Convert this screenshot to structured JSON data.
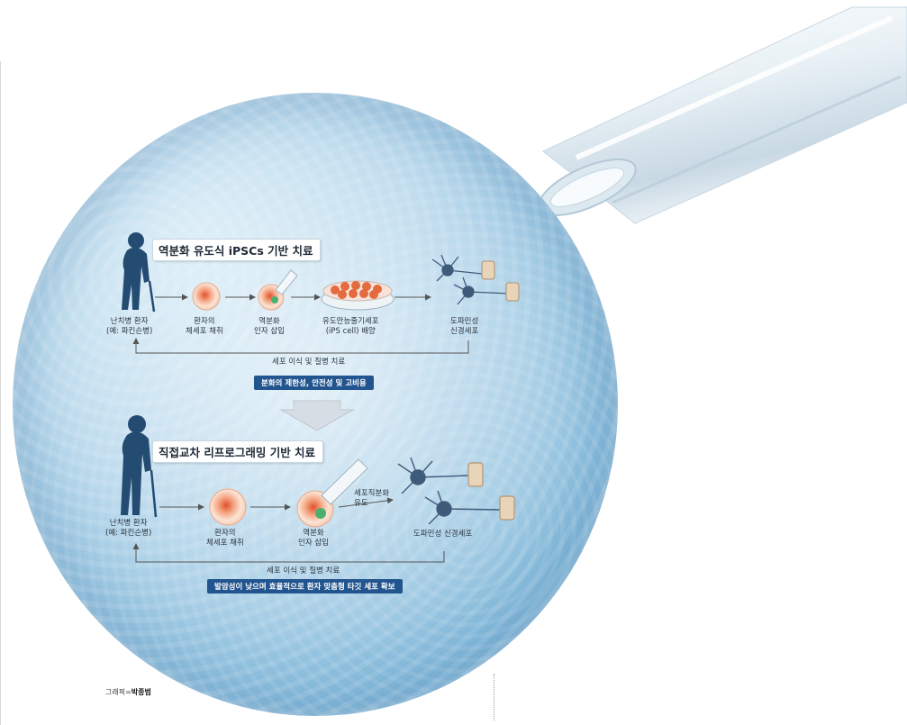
{
  "section1": {
    "title": "역분화 유도식 iPSCs 기반 치료",
    "patient": [
      "난치병 환자",
      "(예: 파킨슨병)"
    ],
    "step1": [
      "환자의",
      "체세포 채취"
    ],
    "step2": [
      "역분화",
      "인자 삽입"
    ],
    "step3": [
      "유도만능줄기세포",
      "(iPS cell) 배양"
    ],
    "result": [
      "도파민성",
      "신경세포"
    ],
    "loop": "세포 이식 및 질병 치료",
    "banner": "분화의 제한성, 안전성 및 고비용"
  },
  "section2": {
    "title": "직접교차 리프로그래밍 기반 치료",
    "patient": [
      "난치병 환자",
      "(예: 파킨슨병)"
    ],
    "step1": [
      "환자의",
      "체세포 채취"
    ],
    "step2": [
      "역분화",
      "인자 삽입"
    ],
    "induce": [
      "세포직분화",
      "유도"
    ],
    "result": "도파민성 신경세포",
    "loop": "세포 이식 및 질병 치료",
    "banner": "발암성이 낮으며 효율적으로 환자 맞춤형 타깃 세포 확보"
  },
  "credit": {
    "prefix": "그래픽=",
    "name": "박종범"
  },
  "colors": {
    "banner": "#22558f",
    "silhouette": "#244c72",
    "cell": "#e8704a",
    "dish_edge": "#6aa8d2"
  }
}
